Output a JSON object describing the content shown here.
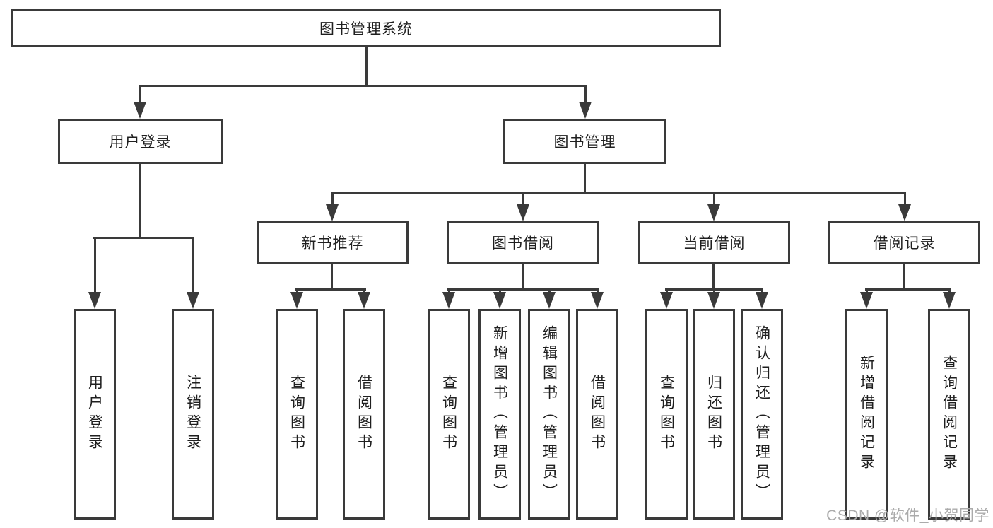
{
  "diagram": {
    "title_node": "图书管理系统",
    "level2": {
      "user_login": "用户登录",
      "book_mgmt": "图书管理"
    },
    "level3": {
      "new_books": "新书推荐",
      "book_borrow": "图书借阅",
      "current_borrow": "当前借阅",
      "borrow_records": "借阅记录"
    },
    "leaves": {
      "user_login": "用户登录",
      "logout": "注销登录",
      "nb_query_books": "查询图书",
      "nb_borrow_books": "借阅图书",
      "bb_query_books": "查询图书",
      "bb_add_books": "新增图书（管理员）",
      "bb_edit_books": "编辑图书（管理员）",
      "bb_borrow_books": "借阅图书",
      "cb_query_books": "查询图书",
      "cb_return_books": "归还图书",
      "cb_confirm_return": "确认归还（管理员）",
      "br_add_record": "新增借阅记录",
      "br_query_record": "查询借阅记录"
    },
    "watermark": "CSDN @软件_小贺同学",
    "colors": {
      "line": "#3a3a3a",
      "text": "#1f1f1f",
      "box_fill": "#ffffff",
      "watermark": "#ababab",
      "background": "#ffffff"
    }
  }
}
